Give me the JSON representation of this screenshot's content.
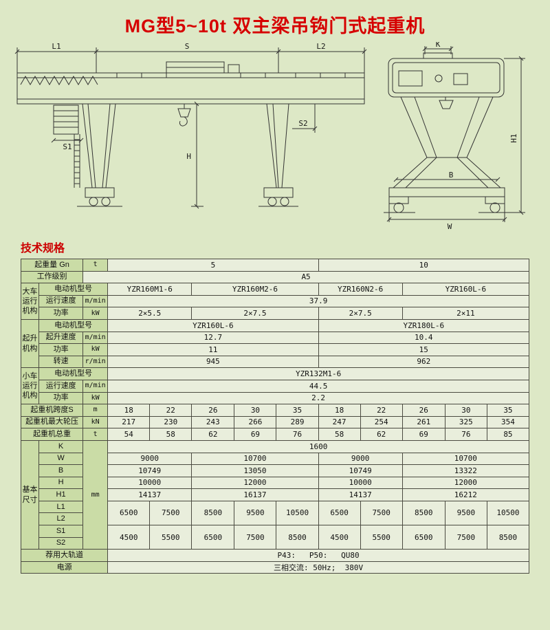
{
  "page": {
    "title": "MG型5~10t 双主梁吊钩门式起重机",
    "section_heading": "技术规格"
  },
  "drawing": {
    "dims": {
      "L1": "L1",
      "S": "S",
      "L2": "L2",
      "K": "K",
      "S1": "S1",
      "S2": "S2",
      "H": "H",
      "H1": "H1",
      "B": "B",
      "W": "W"
    }
  },
  "spec_table": {
    "rows": [
      [
        {
          "t": "起重量 Gn",
          "cs": 2,
          "cls": "label"
        },
        {
          "t": "t",
          "cls": "unit"
        },
        {
          "t": "5",
          "cs": 5
        },
        {
          "t": "10",
          "cs": 5
        }
      ],
      [
        {
          "t": "工作级别",
          "cs": 2,
          "cls": "label"
        },
        {
          "t": "A5",
          "cs": 11
        }
      ],
      [
        {
          "t": "大车\n运行\n机构",
          "rs": 3,
          "cls": "group"
        },
        {
          "t": "电动机型号",
          "cs": 2,
          "cls": "label"
        },
        {
          "t": "YZR160M1-6",
          "cs": 2
        },
        {
          "t": "YZR160M2-6",
          "cs": 3
        },
        {
          "t": "YZR160N2-6",
          "cs": 2
        },
        {
          "t": "YZR160L-6",
          "cs": 3
        }
      ],
      [
        {
          "t": "运行速度",
          "cls": "label"
        },
        {
          "t": "m/min",
          "cls": "unit"
        },
        {
          "t": "37.9",
          "cs": 10
        }
      ],
      [
        {
          "t": "功率",
          "cls": "label"
        },
        {
          "t": "kW",
          "cls": "unit"
        },
        {
          "t": "2×5.5",
          "cs": 2
        },
        {
          "t": "2×7.5",
          "cs": 3
        },
        {
          "t": "2×7.5",
          "cs": 2
        },
        {
          "t": "2×11",
          "cs": 3
        }
      ],
      [
        {
          "t": "起升\n机构",
          "rs": 4,
          "cls": "group"
        },
        {
          "t": "电动机型号",
          "cs": 2,
          "cls": "label"
        },
        {
          "t": "YZR160L-6",
          "cs": 5
        },
        {
          "t": "YZR180L-6",
          "cs": 5
        }
      ],
      [
        {
          "t": "起升速度",
          "cls": "label"
        },
        {
          "t": "m/min",
          "cls": "unit"
        },
        {
          "t": "12.7",
          "cs": 5
        },
        {
          "t": "10.4",
          "cs": 5
        }
      ],
      [
        {
          "t": "功率",
          "cls": "label"
        },
        {
          "t": "kW",
          "cls": "unit"
        },
        {
          "t": "11",
          "cs": 5
        },
        {
          "t": "15",
          "cs": 5
        }
      ],
      [
        {
          "t": "转速",
          "cls": "label"
        },
        {
          "t": "r/min",
          "cls": "unit"
        },
        {
          "t": "945",
          "cs": 5
        },
        {
          "t": "962",
          "cs": 5
        }
      ],
      [
        {
          "t": "小车\n运行\n机构",
          "rs": 3,
          "cls": "group"
        },
        {
          "t": "电动机型号",
          "cs": 2,
          "cls": "label"
        },
        {
          "t": "YZR132M1-6",
          "cs": 10
        }
      ],
      [
        {
          "t": "运行速度",
          "cls": "label"
        },
        {
          "t": "m/min",
          "cls": "unit"
        },
        {
          "t": "44.5",
          "cs": 10
        }
      ],
      [
        {
          "t": "功率",
          "cls": "label"
        },
        {
          "t": "kW",
          "cls": "unit"
        },
        {
          "t": "2.2",
          "cs": 10
        }
      ],
      [
        {
          "t": "起重机跨度S",
          "cs": 2,
          "cls": "label"
        },
        {
          "t": "m",
          "cls": "unit"
        },
        {
          "t": "18"
        },
        {
          "t": "22"
        },
        {
          "t": "26"
        },
        {
          "t": "30"
        },
        {
          "t": "35"
        },
        {
          "t": "18"
        },
        {
          "t": "22"
        },
        {
          "t": "26"
        },
        {
          "t": "30"
        },
        {
          "t": "35"
        }
      ],
      [
        {
          "t": "起重机最大轮压",
          "cs": 2,
          "cls": "label"
        },
        {
          "t": "kN",
          "cls": "unit"
        },
        {
          "t": "217"
        },
        {
          "t": "230"
        },
        {
          "t": "243"
        },
        {
          "t": "266"
        },
        {
          "t": "289"
        },
        {
          "t": "247"
        },
        {
          "t": "254"
        },
        {
          "t": "261"
        },
        {
          "t": "325"
        },
        {
          "t": "354"
        }
      ],
      [
        {
          "t": "起重机总重",
          "cs": 2,
          "cls": "label"
        },
        {
          "t": "t",
          "cls": "unit"
        },
        {
          "t": "54"
        },
        {
          "t": "58"
        },
        {
          "t": "62"
        },
        {
          "t": "69"
        },
        {
          "t": "76"
        },
        {
          "t": "58"
        },
        {
          "t": "62"
        },
        {
          "t": "69"
        },
        {
          "t": "76"
        },
        {
          "t": "85"
        }
      ],
      [
        {
          "t": "基本\n尺寸",
          "rs": 9,
          "cls": "group"
        },
        {
          "t": "K",
          "cls": "label"
        },
        {
          "t": "mm",
          "rs": 9,
          "cls": "unit"
        },
        {
          "t": "1600",
          "cs": 10
        }
      ],
      [
        {
          "t": "W",
          "cls": "label"
        },
        {
          "t": "9000",
          "cs": 2
        },
        {
          "t": "10700",
          "cs": 3
        },
        {
          "t": "9000",
          "cs": 2
        },
        {
          "t": "10700",
          "cs": 3
        }
      ],
      [
        {
          "t": "B",
          "cls": "label"
        },
        {
          "t": "10749",
          "cs": 2
        },
        {
          "t": "13050",
          "cs": 3
        },
        {
          "t": "10749",
          "cs": 2
        },
        {
          "t": "13322",
          "cs": 3
        }
      ],
      [
        {
          "t": "H",
          "cls": "label"
        },
        {
          "t": "10000",
          "cs": 2
        },
        {
          "t": "12000",
          "cs": 3
        },
        {
          "t": "10000",
          "cs": 2
        },
        {
          "t": "12000",
          "cs": 3
        }
      ],
      [
        {
          "t": "H1",
          "cls": "label"
        },
        {
          "t": "14137",
          "cs": 2
        },
        {
          "t": "16137",
          "cs": 3
        },
        {
          "t": "14137",
          "cs": 2
        },
        {
          "t": "16212",
          "cs": 3
        }
      ],
      [
        {
          "t": "L1",
          "cls": "label"
        },
        {
          "t": "6500",
          "rs": 2
        },
        {
          "t": "7500",
          "rs": 2
        },
        {
          "t": "8500",
          "rs": 2
        },
        {
          "t": "9500",
          "rs": 2
        },
        {
          "t": "10500",
          "rs": 2
        },
        {
          "t": "6500",
          "rs": 2
        },
        {
          "t": "7500",
          "rs": 2
        },
        {
          "t": "8500",
          "rs": 2
        },
        {
          "t": "9500",
          "rs": 2
        },
        {
          "t": "10500",
          "rs": 2
        }
      ],
      [
        {
          "t": "L2",
          "cls": "label"
        }
      ],
      [
        {
          "t": "S1",
          "cls": "label"
        },
        {
          "t": "4500",
          "rs": 2
        },
        {
          "t": "5500",
          "rs": 2
        },
        {
          "t": "6500",
          "rs": 2
        },
        {
          "t": "7500",
          "rs": 2
        },
        {
          "t": "8500",
          "rs": 2
        },
        {
          "t": "4500",
          "rs": 2
        },
        {
          "t": "5500",
          "rs": 2
        },
        {
          "t": "6500",
          "rs": 2
        },
        {
          "t": "7500",
          "rs": 2
        },
        {
          "t": "8500",
          "rs": 2
        }
      ],
      [
        {
          "t": "S2",
          "cls": "label"
        }
      ],
      [
        {
          "t": "荐用大轨道",
          "cs": 3,
          "cls": "label"
        },
        {
          "t": "P43:   P50:   QU80",
          "cs": 10
        }
      ],
      [
        {
          "t": "电源",
          "cs": 3,
          "cls": "label"
        },
        {
          "t": "三相交流: 50Hz;  380V",
          "cs": 10
        }
      ]
    ]
  }
}
